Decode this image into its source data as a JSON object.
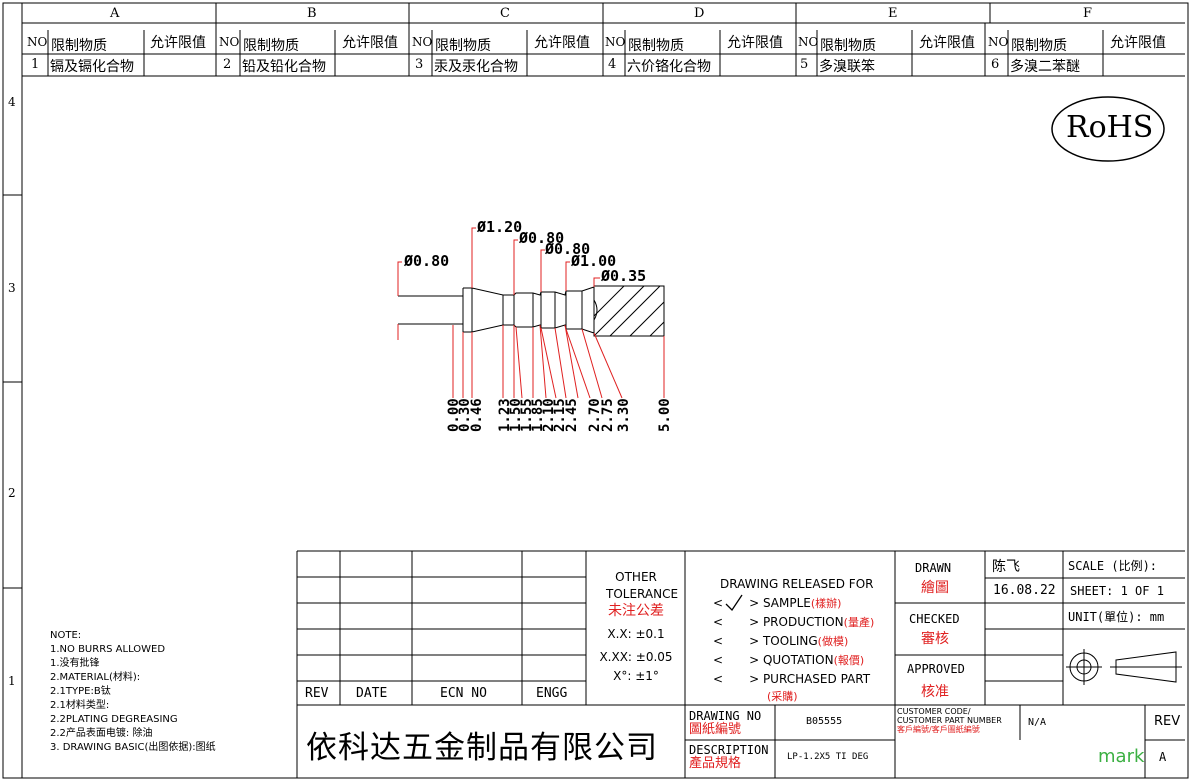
{
  "zones": {
    "columns": [
      "A",
      "B",
      "C",
      "D",
      "E",
      "F"
    ],
    "rows": [
      "4",
      "3",
      "2",
      "1"
    ]
  },
  "restricted": {
    "no_header": "NO",
    "substance_header": "限制物质",
    "limit_header": "允许限值",
    "items": [
      {
        "no": "1",
        "name": "镉及镉化合物"
      },
      {
        "no": "2",
        "name": "铅及铅化合物"
      },
      {
        "no": "3",
        "name": "汞及汞化合物"
      },
      {
        "no": "4",
        "name": "六价铬化合物"
      },
      {
        "no": "5",
        "name": "多溴联笨"
      },
      {
        "no": "6",
        "name": "多溴二苯醚"
      }
    ]
  },
  "rohs": "RoHS",
  "diameters": [
    "Ø0.80",
    "Ø1.20",
    "Ø0.80",
    "Ø0.80",
    "Ø1.00",
    "Ø0.35"
  ],
  "positions": [
    "0.00",
    "0.30",
    "0.46",
    "1.23",
    "1.50",
    "1.55",
    "1.85",
    "2.10",
    "2.15",
    "2.45",
    "2.70",
    "2.75",
    "3.30",
    "5.00"
  ],
  "notes": {
    "title": "NOTE:",
    "lines": [
      "1.NO BURRS ALLOWED",
      "1.没有批锋",
      "2.MATERIAL(材料):",
      "2.1TYPE:B钛",
      "2.1材料类型:",
      "2.2PLATING DEGREASING",
      "2.2产品表面电镀:  除油",
      "3. DRAWING BASIC(出图依据):图纸"
    ]
  },
  "revision_table": {
    "rev": "REV",
    "date": "DATE",
    "ecn": "ECN NO",
    "engg": "ENGG"
  },
  "company": "依科达五金制品有限公司",
  "tolerance": {
    "title_en": "OTHER TOLERANCE",
    "title_cn": "未注公差",
    "lines": [
      "X.X: ±0.1",
      "X.XX: ±0.05",
      "X°: ±1°"
    ]
  },
  "release": {
    "title": "DRAWING RELEASED FOR",
    "items": [
      {
        "en": "SAMPLE",
        "cn": "(樣辦)",
        "checked": true
      },
      {
        "en": "PRODUCTION",
        "cn": "(量產)",
        "checked": false
      },
      {
        "en": "TOOLING",
        "cn": "(做模)",
        "checked": false
      },
      {
        "en": "QUOTATION",
        "cn": "(報價)",
        "checked": false
      },
      {
        "en": "PURCHASED PART",
        "cn": "(采購)",
        "checked": false
      }
    ]
  },
  "signoff": {
    "drawn_en": "DRAWN",
    "drawn_cn": "繪圖",
    "drawn_name": "陈飞",
    "date": "16.08.22",
    "checked_en": "CHECKED",
    "checked_cn": "審核",
    "approved_en": "APPROVED",
    "approved_cn": "核准"
  },
  "scale": {
    "label": "SCALE (比例):",
    "sheet": "SHEET:  1 OF 1",
    "unit": "UNIT(單位): mm"
  },
  "drawing_no": {
    "label_en": "DRAWING NO",
    "label_cn": "圖紙編號",
    "value": "B05555"
  },
  "description": {
    "label_en": "DESCRIPTION",
    "label_cn": "產品規格",
    "value": "LP-1.2X5 TI DEG"
  },
  "customer": {
    "label1": "CUSTOMER CODE/",
    "label2": "CUSTOMER PART NUMBER",
    "label3": "客戶編號/客戶圖紙編號",
    "value": "N/A"
  },
  "rev_label": "REV",
  "rev_value": "A",
  "mark": "mark",
  "colors": {
    "red": "#e02020",
    "mark_green": "#3cb043",
    "line": "#000000"
  }
}
